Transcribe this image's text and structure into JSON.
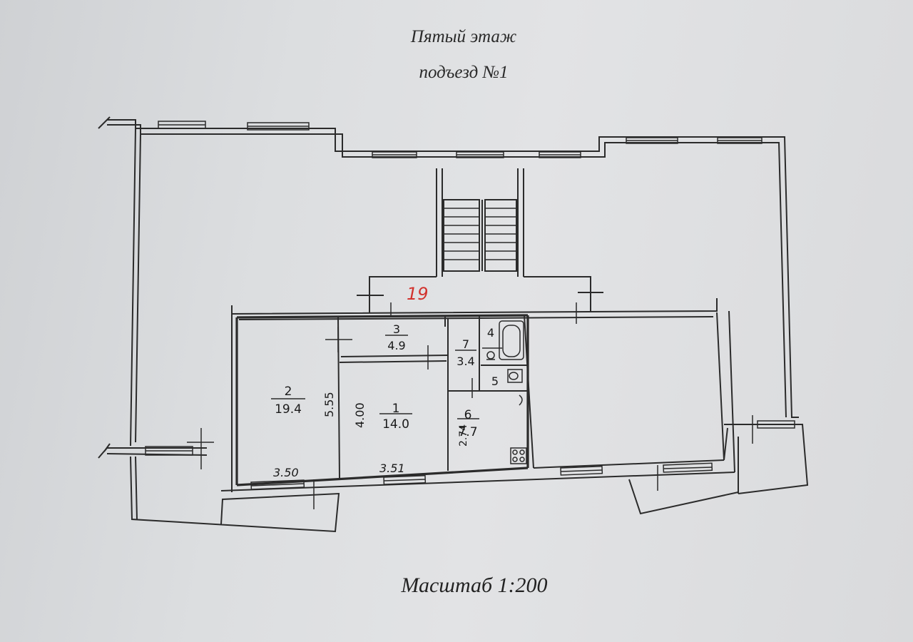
{
  "header": {
    "floor": "Пятый этаж",
    "entrance": "подъезд №1"
  },
  "footer": {
    "scale": "Масштаб 1:200"
  },
  "handwritten_number": "19",
  "rooms": [
    {
      "number": "1",
      "area": "14.0"
    },
    {
      "number": "2",
      "area": "19.4"
    },
    {
      "number": "3",
      "area": "4.9"
    },
    {
      "number": "4",
      "area": ""
    },
    {
      "number": "5",
      "area": ""
    },
    {
      "number": "6",
      "area": "7.7"
    },
    {
      "number": "7",
      "area": "3.4"
    }
  ],
  "dimensions": {
    "room2_height": "5.55",
    "room2_width": "3.50",
    "room1_height": "4.00",
    "room1_width": "3.51",
    "room6_height": "2.74"
  },
  "colors": {
    "line": "#2b2b2b",
    "handwriting": "#d2322d",
    "paper": "#dcdee0"
  }
}
